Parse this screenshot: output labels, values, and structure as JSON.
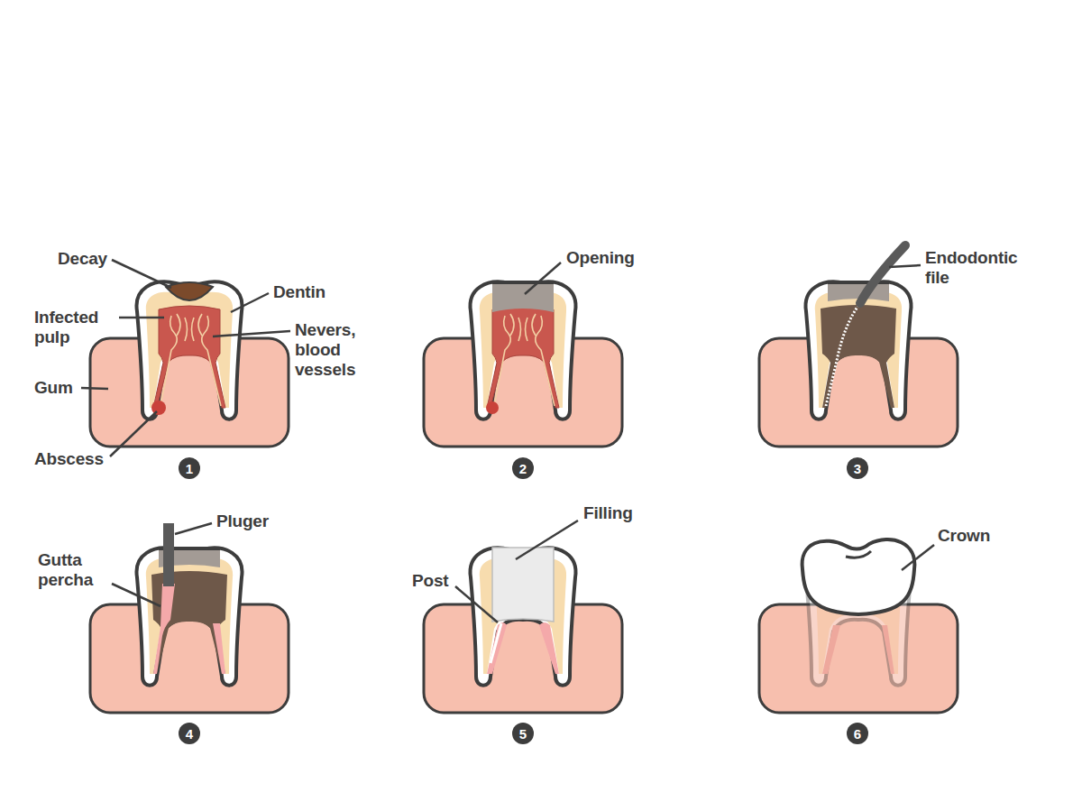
{
  "diagram": {
    "nodes": [
      {
        "text": [
          "1"
        ]
      },
      {
        "text": [
          "2"
        ]
      },
      {
        "text": [
          "3"
        ]
      },
      {
        "text": [
          "4"
        ]
      },
      {
        "text": [
          "5"
        ]
      },
      {
        "text": [
          "6"
        ]
      }
    ],
    "labels": [
      "Decay",
      "Dentin",
      "Infected pulp",
      "Nevers, blood vessels",
      "Gum",
      "Abscess",
      "Opening",
      "Endodontic file",
      "Pluger",
      "Gutta percha",
      "Filling",
      "Post",
      "Crown"
    ]
  }
}
